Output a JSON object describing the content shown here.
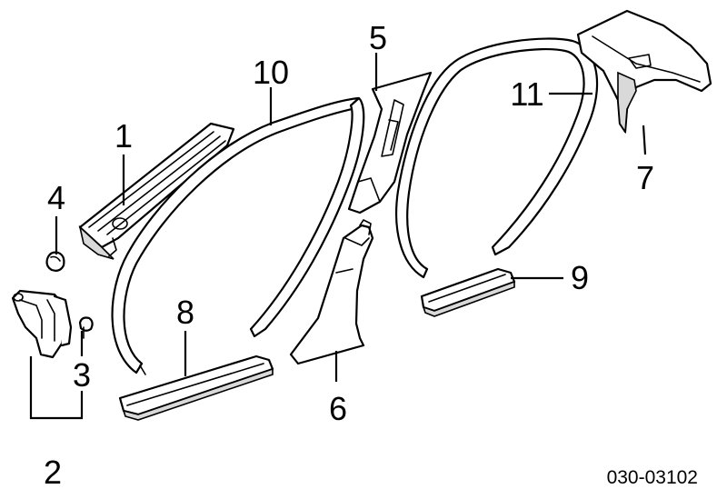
{
  "diagram_id": "030-03102",
  "callouts": {
    "c1": "1",
    "c2": "2",
    "c3": "3",
    "c4": "4",
    "c5": "5",
    "c6": "6",
    "c7": "7",
    "c8": "8",
    "c9": "9",
    "c10": "10",
    "c11": "11"
  }
}
